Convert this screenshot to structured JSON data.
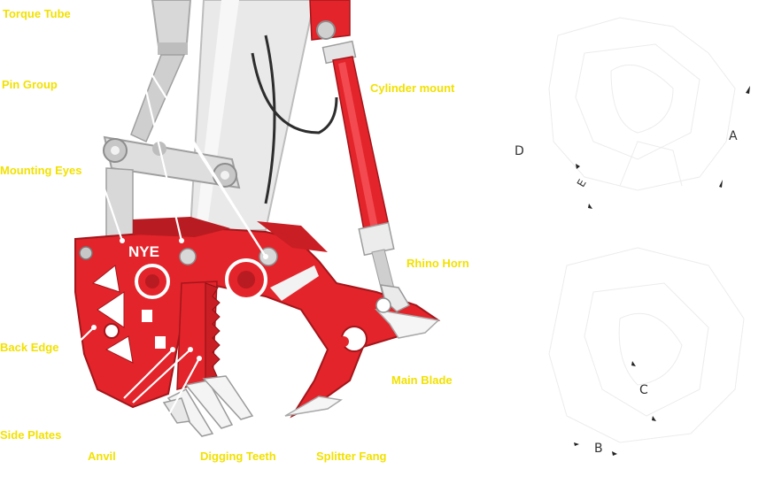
{
  "colors": {
    "label": "#f2e100",
    "body_red": "#e3242b",
    "body_red_dark": "#a3161b",
    "steel": "#e6e6e6",
    "steel_dark": "#9c9c9c",
    "blade": "#f5f5f5",
    "leader": "#ffffff"
  },
  "callouts": {
    "torque_tube": "Torque Tube",
    "pin_group": "Pin Group",
    "cylinder_mount": "Cylinder mount",
    "mounting_eyes": "Mounting Eyes",
    "rhino_horn": "Rhino Horn",
    "back_edge": "Back Edge",
    "main_blade": "Main Blade",
    "side_plates": "Side Plates",
    "anvil": "Anvil",
    "digging_teeth": "Digging Teeth",
    "splitter_fang": "Splitter Fang"
  },
  "brand": {
    "logo_text": "NYE"
  },
  "sketch_letters": {
    "a": "A",
    "b": "B",
    "c": "C",
    "d": "D",
    "e": "E"
  }
}
